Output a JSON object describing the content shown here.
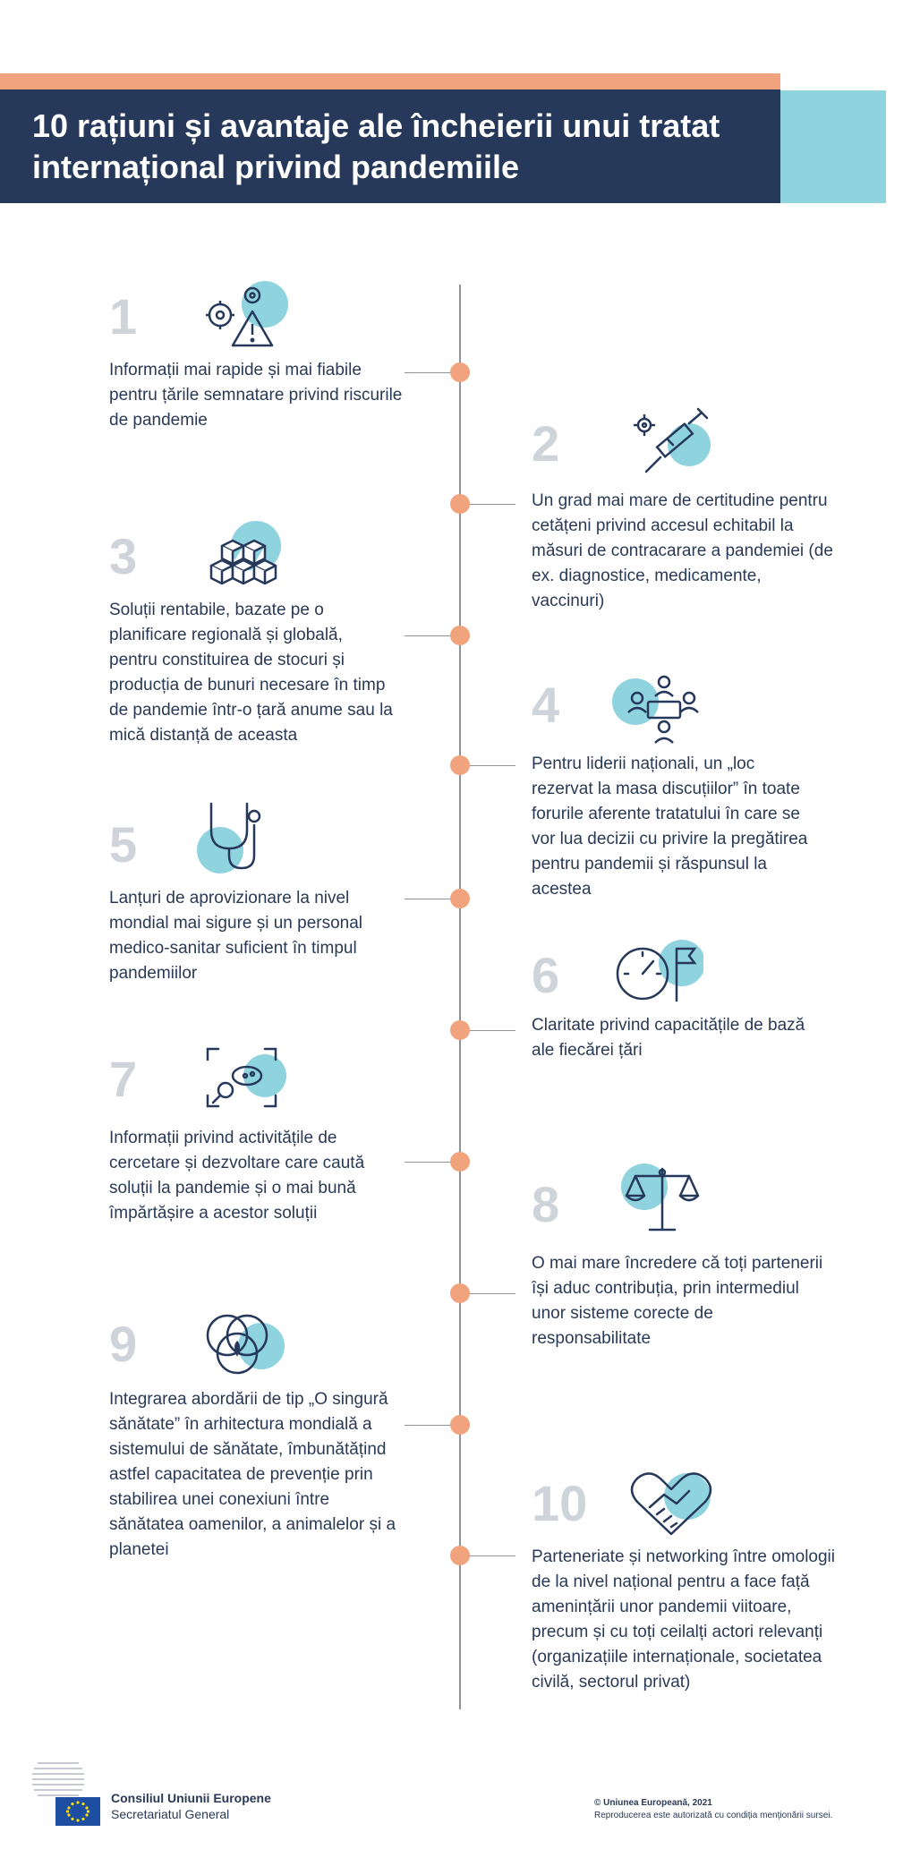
{
  "header": {
    "title": "10 rațiuni și avantaje ale încheierii unui tratat internațional privind pandemiile"
  },
  "colors": {
    "navy": "#27395a",
    "orange": "#f0a37d",
    "teal": "#8fd3df",
    "number_gray": "#cfd3da"
  },
  "items": [
    {
      "number": "1",
      "text": "Informații mai rapide și mai fiabile pentru țările semnatare privind riscurile de pandemie",
      "icon": "virus-warning-icon"
    },
    {
      "number": "2",
      "text": "Un grad mai mare de certitudine pentru cetățeni privind accesul echitabil la măsuri de contracarare a pandemiei (de ex. diagnostice, medicamente, vaccinuri)",
      "icon": "syringe-icon"
    },
    {
      "number": "3",
      "text": "Soluții rentabile, bazate pe o planificare regională și globală, pentru constituirea de stocuri și producția de bunuri necesare în timp de pandemie într-o țară anume sau la mică distanță de aceasta",
      "icon": "boxes-icon"
    },
    {
      "number": "4",
      "text": "Pentru liderii naționali, un „loc rezervat la masa discuțiilor” în toate forurile aferente tratatului în care se vor lua decizii cu privire la pregătirea pentru pandemii și răspunsul la acestea",
      "icon": "meeting-table-icon"
    },
    {
      "number": "5",
      "text": "Lanțuri de aprovizionare la nivel mondial mai sigure și un personal medico-sanitar suficient în timpul pandemiilor",
      "icon": "stethoscope-icon"
    },
    {
      "number": "6",
      "text": "Claritate privind capacitățile de bază ale fiecărei țări",
      "icon": "gauge-flag-icon"
    },
    {
      "number": "7",
      "text": "Informații privind activitățile de cercetare și dezvoltare care caută soluții la pandemie și o mai bună împărtășire a acestor soluții",
      "icon": "microscope-research-icon"
    },
    {
      "number": "8",
      "text": "O mai mare încredere că toți partenerii își aduc contribuția, prin intermediul unor sisteme corecte de responsabilitate",
      "icon": "scales-icon"
    },
    {
      "number": "9",
      "text": "Integrarea abordării de tip „O singură sănătate” în arhitectura mondială a sistemului de sănătate, îmbunătățind astfel capacitatea de prevenție prin stabilirea unei conexiuni între sănătatea oamenilor, a animalelor și a planetei",
      "icon": "venn-circles-icon"
    },
    {
      "number": "10",
      "text": "Parteneriate și networking între omologii de la nivel național pentru a face față amenințării unor pandemii viitoare, precum și cu toți ceilalți actori relevanți (organizațiile internaționale, societatea civilă, sectorul privat)",
      "icon": "handshake-heart-icon"
    }
  ],
  "footer": {
    "org_name": "Consiliul Uniunii Europene",
    "org_sub": "Secretariatul General",
    "copyright": "© Uniunea Europeană, 2021",
    "reproduction": "Reproducerea este autorizată cu condiția menționării sursei."
  }
}
